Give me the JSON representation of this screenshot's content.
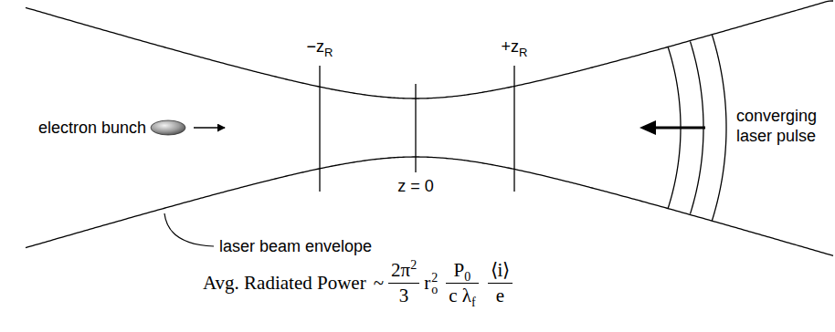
{
  "diagram": {
    "labels": [
      "electron bunch",
      "converging laser pulse",
      "laser beam envelope",
      "−z",
      "R",
      "z = 0",
      "+z",
      "R",
      "Avg. Radiated Power",
      "~",
      "2π",
      "2",
      "3",
      "r",
      "o",
      "2",
      "P",
      "0",
      "c λ",
      "f",
      "⟨i⟩",
      "e"
    ]
  }
}
